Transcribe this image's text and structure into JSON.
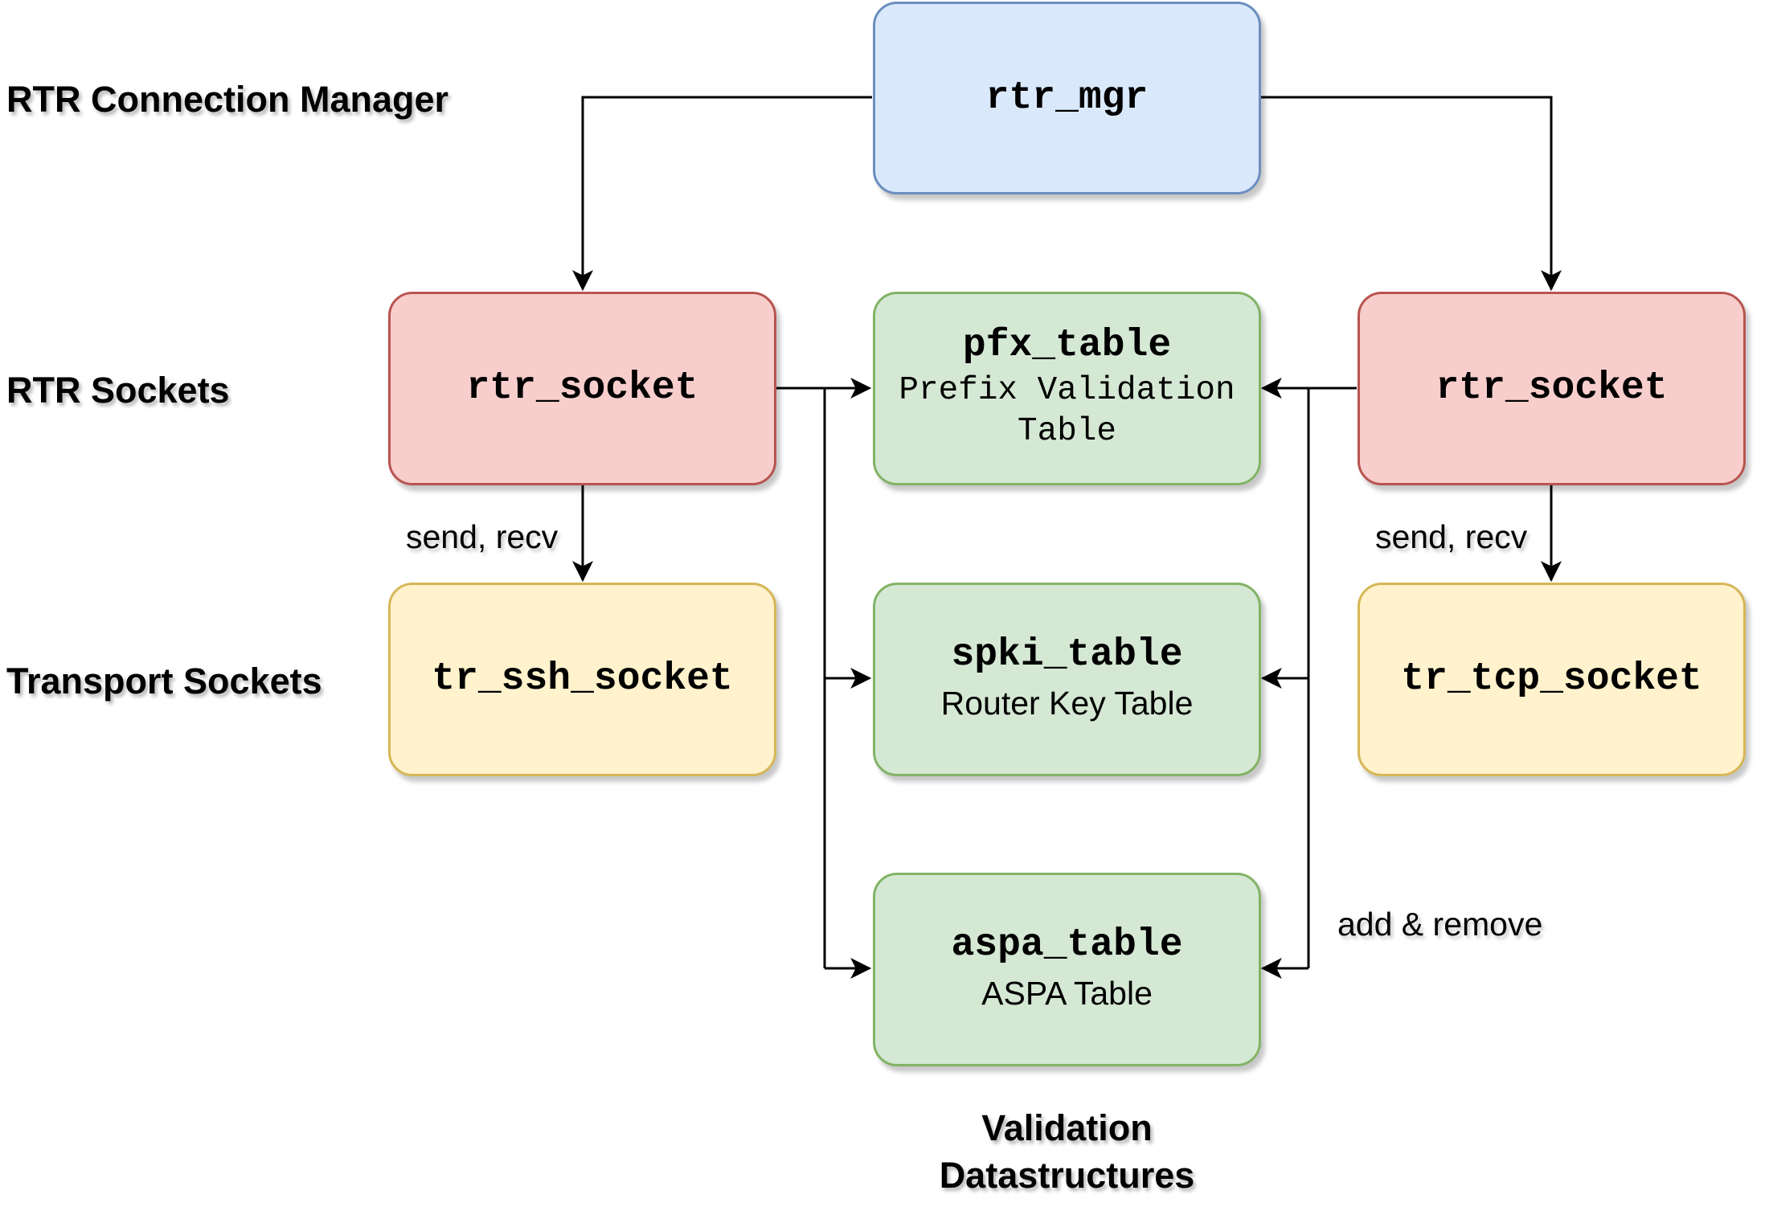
{
  "layers": {
    "connection_manager": "RTR Connection Manager",
    "rtr_sockets": "RTR Sockets",
    "transport_sockets": "Transport Sockets"
  },
  "nodes": {
    "rtr_mgr": {
      "title": "rtr_mgr"
    },
    "rtr_socket_left": {
      "title": "rtr_socket"
    },
    "rtr_socket_right": {
      "title": "rtr_socket"
    },
    "tr_ssh_socket": {
      "title": "tr_ssh_socket"
    },
    "tr_tcp_socket": {
      "title": "tr_tcp_socket"
    },
    "pfx_table": {
      "title": "pfx_table",
      "subtitle_line1": "Prefix Validation",
      "subtitle_line2": "Table"
    },
    "spki_table": {
      "title": "spki_table",
      "subtitle": "Router Key Table"
    },
    "aspa_table": {
      "title": "aspa_table",
      "subtitle": "ASPA Table"
    }
  },
  "edge_labels": {
    "send_recv_left": "send, recv",
    "send_recv_right": "send, recv",
    "add_remove": "add & remove"
  },
  "footer": {
    "line1": "Validation",
    "line2": "Datastructures"
  },
  "colors": {
    "blue_fill": "#dae8fc",
    "blue_stroke": "#6c8ebf",
    "red_fill": "#f8cecc",
    "red_stroke": "#b85450",
    "yellow_fill": "#fff2cc",
    "yellow_stroke": "#d6b656",
    "green_fill": "#d5e8d4",
    "green_stroke": "#82b366",
    "line": "#000000"
  }
}
